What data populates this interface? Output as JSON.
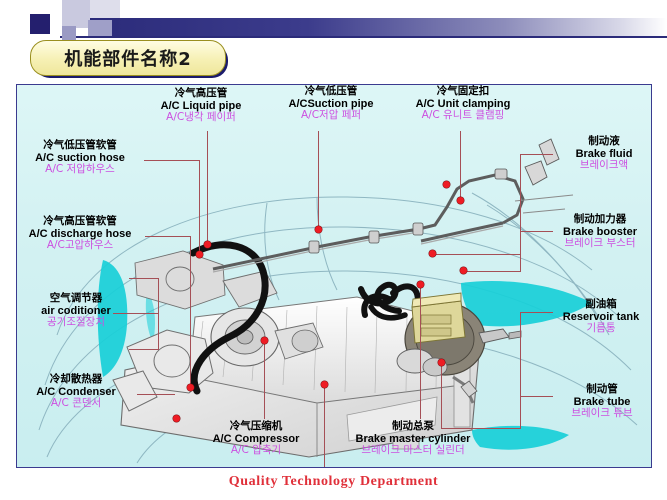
{
  "slide": {
    "title": "机能部件名称2",
    "footer": "Quality Technology Department"
  },
  "colors": {
    "accent_navy": "#2b2b7a",
    "title_fill": "#f6f0b4",
    "title_border": "#9a8f1f",
    "frame_border": "#3a3a8f",
    "diagram_bg": "#d7f4f4",
    "leader_line": "#a54f56",
    "callout_dot": "#ee1c24",
    "korean_text": "#cc4fe0",
    "footer_text": "#e0303a",
    "highlight_cyan": "#18cfd8"
  },
  "labels": [
    {
      "id": "ac-liquid-pipe",
      "cn": "冷气高压管",
      "en": "A/C Liquid  pipe",
      "kr": "A/C냉각 페이퍼"
    },
    {
      "id": "ac-suction-pipe",
      "cn": "冷气低压管",
      "en": "A/CSuction pipe",
      "kr": "A/C저압 페퍼"
    },
    {
      "id": "ac-unit-clamping",
      "cn": "冷气固定扣",
      "en": "A/C Unit   clamping",
      "kr": "A/C 유니트 클램핑"
    },
    {
      "id": "ac-suction-hose",
      "cn": "冷气低压管软管",
      "en": "A/C   suction hose",
      "kr": "A/C 저압하우스"
    },
    {
      "id": "ac-discharge-hose",
      "cn": "冷气高压管软管",
      "en": "A/C discharge hose",
      "kr": "A/C고압하우스"
    },
    {
      "id": "air-conditioner",
      "cn": "空气调节器",
      "en": "air coditioner",
      "kr": "공기조절장치"
    },
    {
      "id": "ac-condenser",
      "cn": "冷却散热器",
      "en": "A/C Condenser",
      "kr": "A/C 콘덴서"
    },
    {
      "id": "ac-compressor",
      "cn": "冷气压缩机",
      "en": "A/C Compressor",
      "kr": "A/C 압축기"
    },
    {
      "id": "brake-master-cylinder",
      "cn": "制动总泵",
      "en": "Brake master cylinder",
      "kr": "브레이크 마스터 실린더"
    },
    {
      "id": "brake-fluid",
      "cn": "制动液",
      "en": "Brake fluid",
      "kr": "브레이크액"
    },
    {
      "id": "brake-booster",
      "cn": "制动加力器",
      "en": "Brake booster",
      "kr": "브레이크 부스터"
    },
    {
      "id": "reservoir-tank",
      "cn": "副油箱",
      "en": "Reservoir tank",
      "kr": "기름통"
    },
    {
      "id": "brake-tube",
      "cn": "制动管",
      "en": "Brake tube",
      "kr": "브레이크 튜브"
    }
  ]
}
